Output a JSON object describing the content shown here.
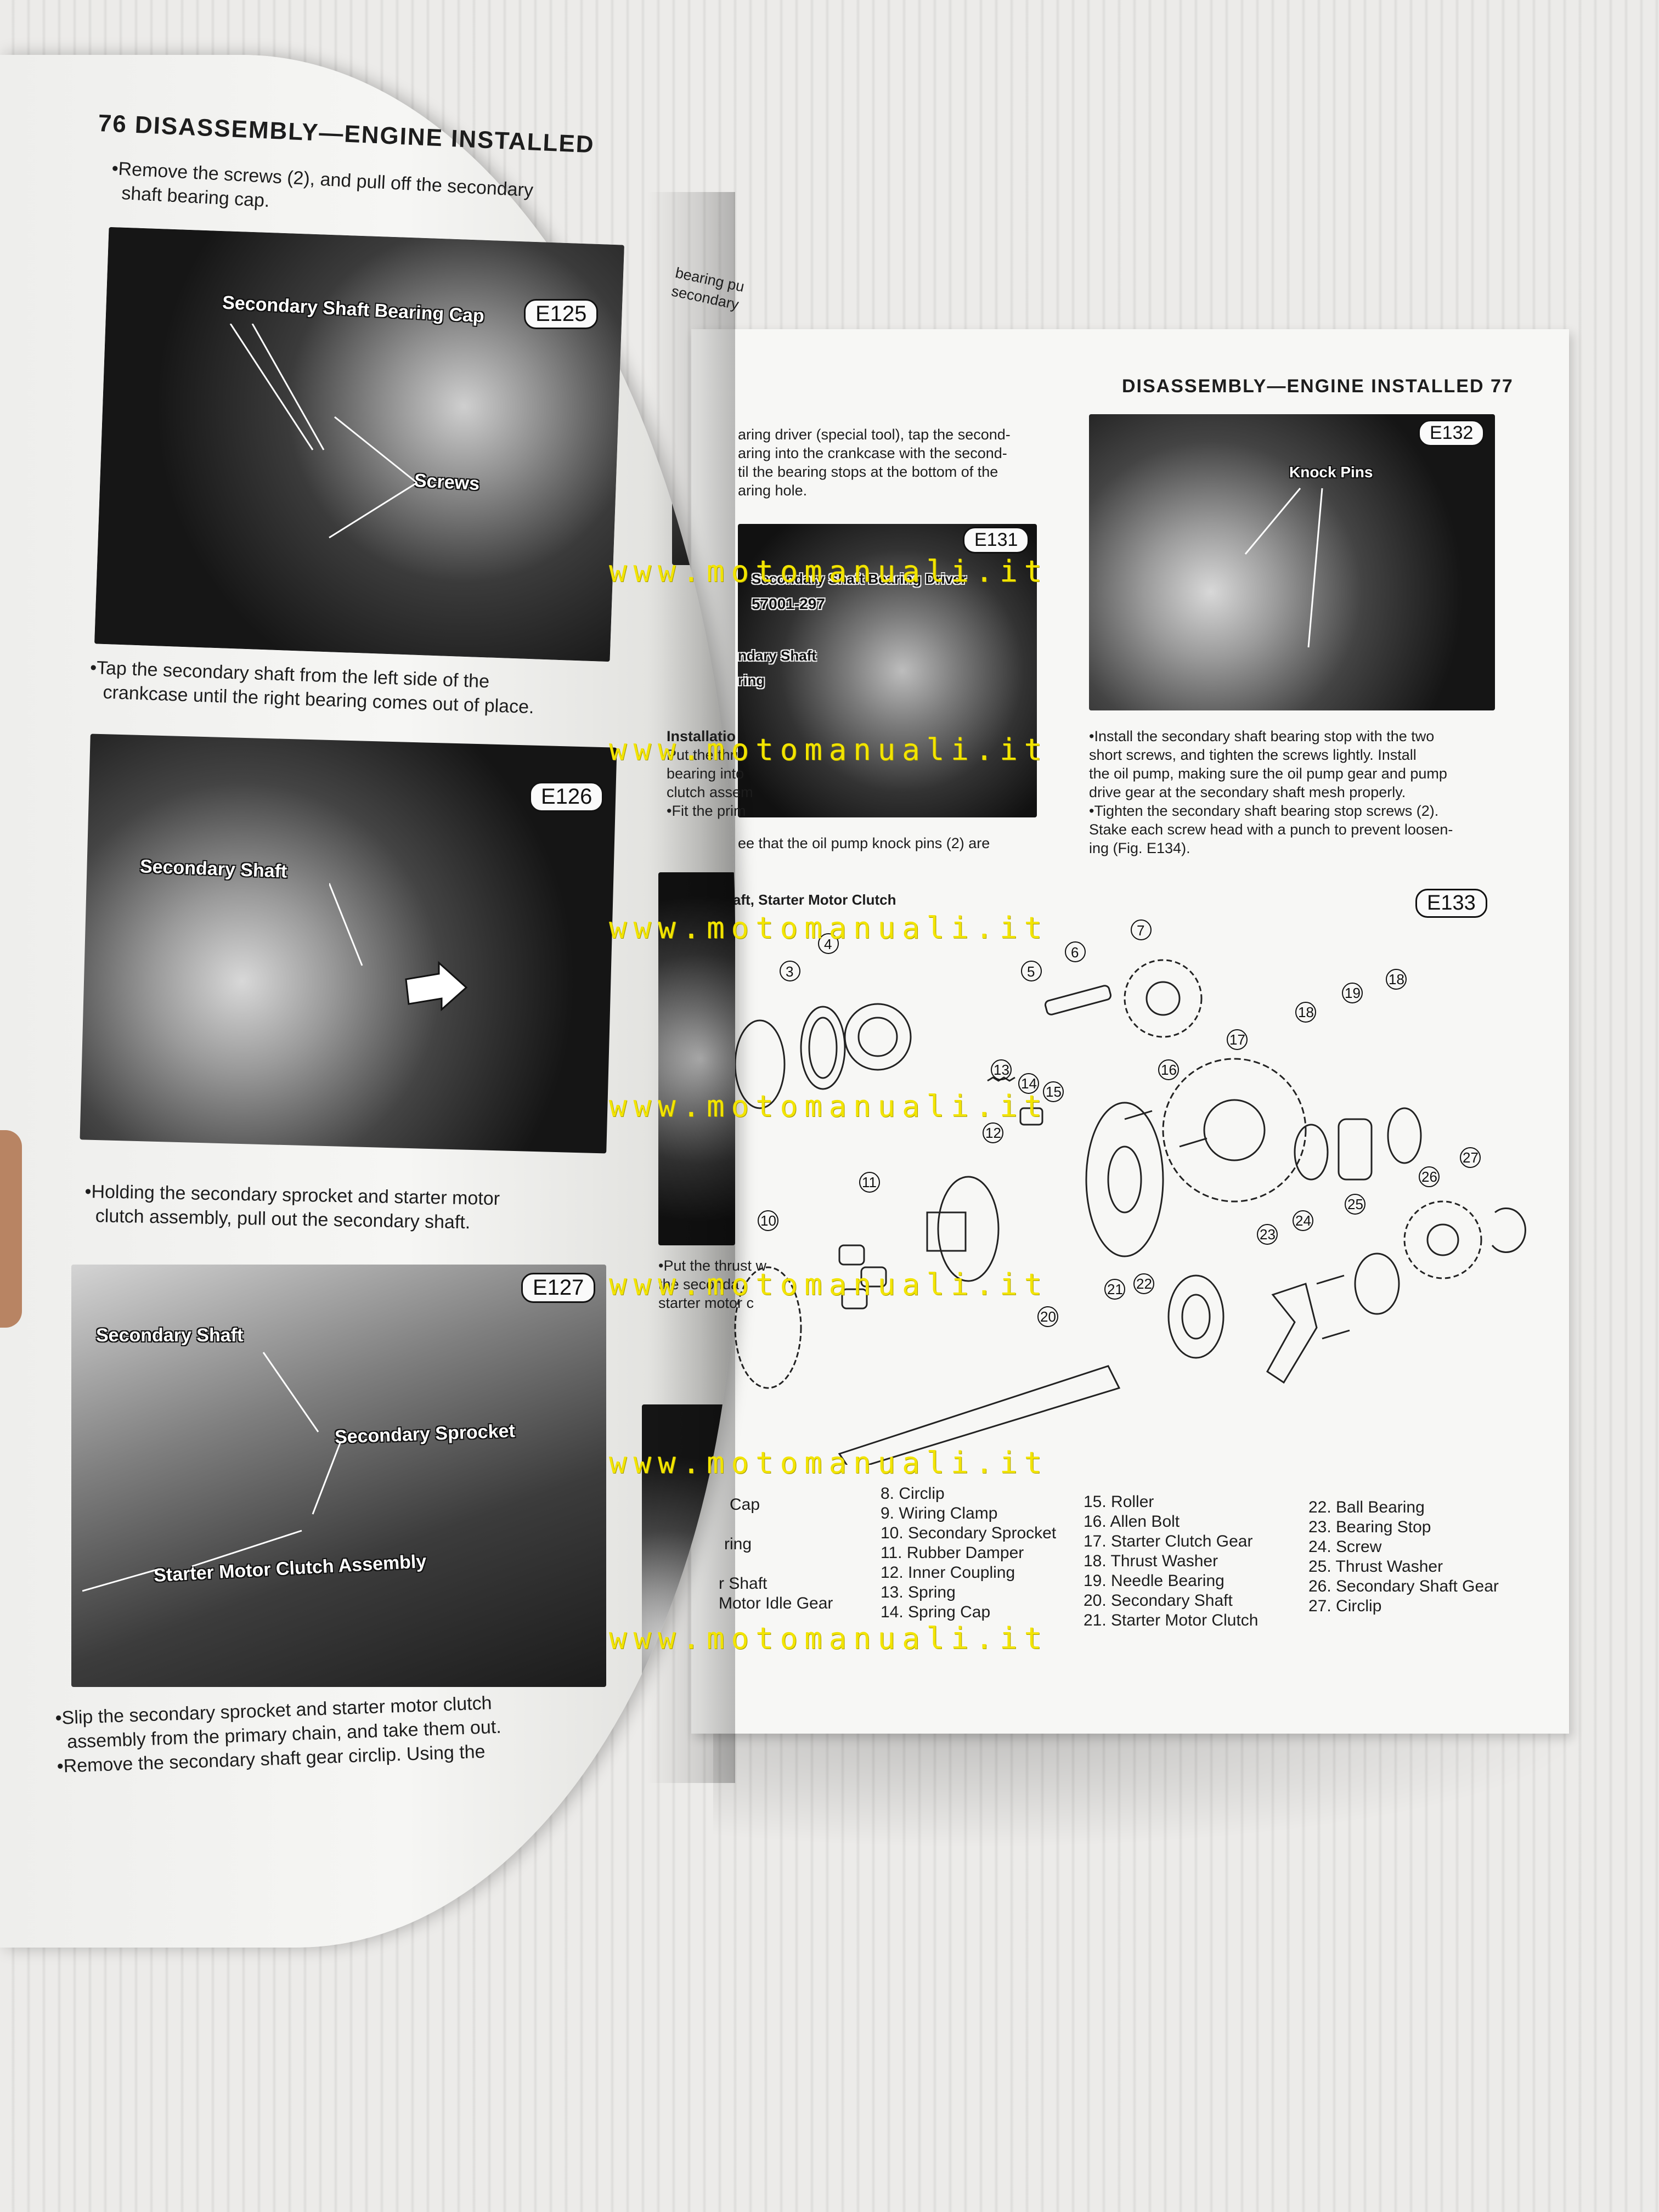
{
  "watermark": "www.motomanuali.it",
  "left_page": {
    "header": "76 DISASSEMBLY—ENGINE INSTALLED",
    "step1_line1": "•Remove the screws (2), and pull off the secondary",
    "step1_line2": "shaft bearing cap.",
    "fig_e125": {
      "tag": "E125",
      "callouts": [
        "Secondary Shaft Bearing Cap",
        "Screws"
      ]
    },
    "step2_line1": "•Tap the secondary shaft from the left side of the",
    "step2_line2": "crankcase until the right bearing comes out of place.",
    "fig_e126": {
      "tag": "E126",
      "callouts": [
        "Secondary Shaft"
      ]
    },
    "step3_line1": "•Holding the secondary sprocket and starter motor",
    "step3_line2": "clutch assembly, pull out the secondary shaft.",
    "fig_e127": {
      "tag": "E127",
      "callouts": [
        "Secondary Shaft",
        "Secondary Sprocket",
        "Starter Motor Clutch Assembly"
      ]
    },
    "step4_line1": "•Slip the secondary sprocket and starter motor clutch",
    "step4_line2": "assembly from the primary chain, and take them out.",
    "step5_line1": "•Remove the secondary shaft gear circlip. Using the"
  },
  "middle_strip": {
    "top_fragment": "bearing pu",
    "top_fragment2": "secondary",
    "install_fragment": "Installatio",
    "install_lines": [
      "Put the thru",
      "bearing into",
      "clutch assem",
      "•Fit the prim"
    ],
    "thrust_lines": [
      "•Put the thrust w",
      "the seconda",
      "starter motor c"
    ]
  },
  "right_page": {
    "header": "DISASSEMBLY—ENGINE INSTALLED 77",
    "intro_lines": [
      "aring driver (special tool), tap the second-",
      "aring into the crankcase with the second-",
      "til the bearing stops at the bottom of the",
      "aring hole."
    ],
    "fig_e131": {
      "tag": "E131",
      "callouts": [
        "Secondary Shaft Bearing Driver",
        "57001-297",
        "ndary Shaft",
        "ring"
      ]
    },
    "note_line": "ee that the oil pump knock pins (2) are",
    "fig_e132": {
      "tag": "E132",
      "callouts": [
        "Knock Pins"
      ]
    },
    "e132_text": [
      "•Install the secondary shaft bearing stop with the two",
      "short screws, and tighten the screws lightly. Install",
      "the oil pump, making sure the oil pump gear and pump",
      "drive gear at the secondary shaft mesh properly.",
      "•Tighten the secondary shaft bearing stop screws (2).",
      "Stake each screw head with a punch to prevent loosen-",
      "ing (Fig. E134)."
    ],
    "diagram_title": "haft, Starter Motor Clutch",
    "fig_e133": {
      "tag": "E133"
    },
    "part_numbers": [
      "3",
      "4",
      "5",
      "6",
      "7",
      "10",
      "11",
      "12",
      "13",
      "14",
      "15",
      "16",
      "17",
      "18",
      "19",
      "18",
      "20",
      "21",
      "22",
      "23",
      "24",
      "25",
      "26",
      "27"
    ],
    "legend_fragments": [
      "Cap",
      "ring",
      "r Shaft",
      "Motor Idle Gear"
    ],
    "legend_col1": [
      "8. Circlip",
      "9. Wiring Clamp",
      "10. Secondary Sprocket",
      "11. Rubber Damper",
      "12. Inner Coupling",
      "13. Spring",
      "14. Spring Cap"
    ],
    "legend_col2": [
      "15. Roller",
      "16. Allen Bolt",
      "17. Starter Clutch Gear",
      "18. Thrust Washer",
      "19. Needle Bearing",
      "20. Secondary Shaft",
      "21. Starter Motor Clutch"
    ],
    "legend_col3": [
      "22. Ball Bearing",
      "23. Bearing Stop",
      "24. Screw",
      "25. Thrust Washer",
      "26. Secondary Shaft Gear",
      "27. Circlip"
    ]
  }
}
